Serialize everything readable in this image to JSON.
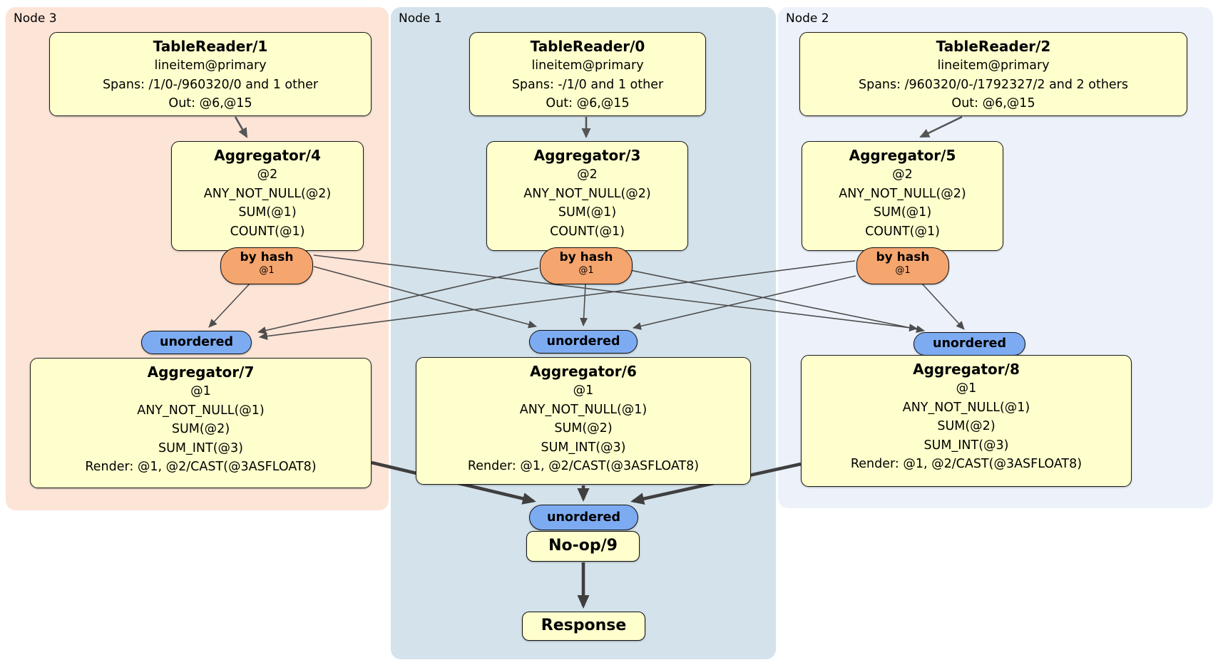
{
  "nodes": [
    {
      "label": "Node 3",
      "table_reader": {
        "title": "TableReader/1",
        "lines": [
          "lineitem@primary",
          "Spans: /1/0-/960320/0 and 1 other",
          "Out: @6,@15"
        ]
      },
      "aggregator_top": {
        "title": "Aggregator/4",
        "lines": [
          "@2",
          "ANY_NOT_NULL(@2)",
          "SUM(@1)",
          "COUNT(@1)"
        ]
      },
      "router": {
        "label": "by hash",
        "key": "@1"
      },
      "stream": {
        "label": "unordered"
      },
      "aggregator_bottom": {
        "title": "Aggregator/7",
        "lines": [
          "@1",
          "ANY_NOT_NULL(@1)",
          "SUM(@2)",
          "SUM_INT(@3)",
          "Render: @1, @2/CAST(@3ASFLOAT8)"
        ]
      }
    },
    {
      "label": "Node 1",
      "table_reader": {
        "title": "TableReader/0",
        "lines": [
          "lineitem@primary",
          "Spans: -/1/0 and 1 other",
          "Out: @6,@15"
        ]
      },
      "aggregator_top": {
        "title": "Aggregator/3",
        "lines": [
          "@2",
          "ANY_NOT_NULL(@2)",
          "SUM(@1)",
          "COUNT(@1)"
        ]
      },
      "router": {
        "label": "by hash",
        "key": "@1"
      },
      "stream": {
        "label": "unordered"
      },
      "aggregator_bottom": {
        "title": "Aggregator/6",
        "lines": [
          "@1",
          "ANY_NOT_NULL(@1)",
          "SUM(@2)",
          "SUM_INT(@3)",
          "Render: @1, @2/CAST(@3ASFLOAT8)"
        ]
      }
    },
    {
      "label": "Node 2",
      "table_reader": {
        "title": "TableReader/2",
        "lines": [
          "lineitem@primary",
          "Spans: /960320/0-/1792327/2 and 2 others",
          "Out: @6,@15"
        ]
      },
      "aggregator_top": {
        "title": "Aggregator/5",
        "lines": [
          "@2",
          "ANY_NOT_NULL(@2)",
          "SUM(@1)",
          "COUNT(@1)"
        ]
      },
      "router": {
        "label": "by hash",
        "key": "@1"
      },
      "stream": {
        "label": "unordered"
      },
      "aggregator_bottom": {
        "title": "Aggregator/8",
        "lines": [
          "@1",
          "ANY_NOT_NULL(@1)",
          "SUM(@2)",
          "SUM_INT(@3)",
          "Render: @1, @2/CAST(@3ASFLOAT8)"
        ]
      }
    }
  ],
  "final": {
    "stream": {
      "label": "unordered"
    },
    "noop": {
      "title": "No-op/9"
    },
    "response": {
      "title": "Response"
    }
  },
  "colors": {
    "node3_bg": "#fce4d7",
    "node1_bg": "#d4e2eb",
    "node2_bg": "#edf2fa",
    "processor_fill": "#ffffcd",
    "router_fill": "#f5a56e",
    "stream_fill": "#7dabf2",
    "edge_thin": "#4d4d4d",
    "edge_thick": "#3f3f3f"
  }
}
